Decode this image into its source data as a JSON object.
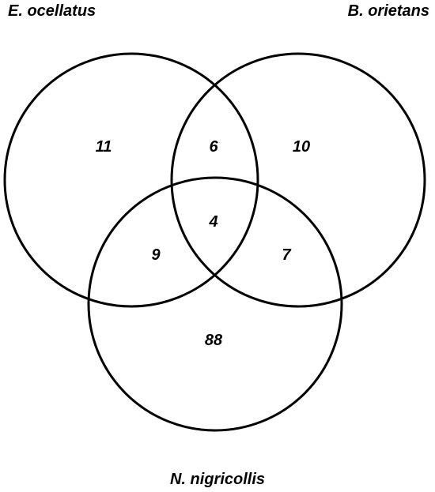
{
  "sets": {
    "a": {
      "label": "E. ocellatus"
    },
    "b": {
      "label": "B. orietans"
    },
    "c": {
      "label": "N. nigricollis"
    }
  },
  "regions": {
    "a_only": 11,
    "a_b": 6,
    "b_only": 10,
    "a_b_c": 4,
    "a_c": 9,
    "b_c": 7,
    "c_only": 88
  },
  "colors": {
    "stroke": "#000000",
    "background": "#ffffff",
    "text": "#000000"
  }
}
